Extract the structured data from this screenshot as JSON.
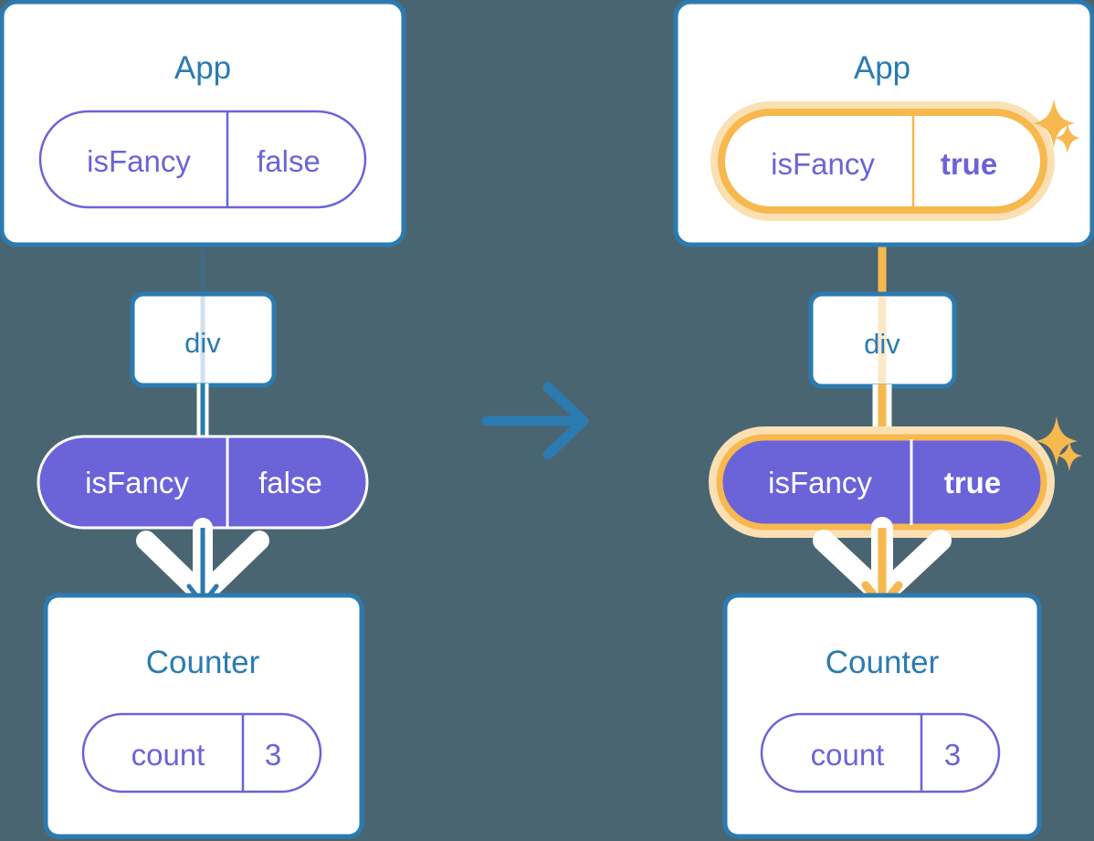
{
  "diagram": {
    "title": "State update propagation from App to Counter",
    "background_color": "#4a6572",
    "accent_blue": "#2b7bb0",
    "accent_purple": "#6b63d8",
    "accent_orange": "#f7b84e",
    "accent_orange_glow": "#fbe0b4",
    "white": "#ffffff"
  },
  "left": {
    "app": {
      "title": "App",
      "pill": {
        "key": "isFancy",
        "value": "false",
        "style": "outline",
        "highlighted": false
      }
    },
    "div": {
      "label": "div"
    },
    "prop_pill": {
      "key": "isFancy",
      "value": "false",
      "style": "filled",
      "highlighted": false
    },
    "counter": {
      "title": "Counter",
      "pill": {
        "key": "count",
        "value": "3",
        "style": "outline",
        "highlighted": false
      }
    },
    "sparkles": false
  },
  "transition": {
    "icon": "arrow-right-icon",
    "direction": "right"
  },
  "right": {
    "app": {
      "title": "App",
      "pill": {
        "key": "isFancy",
        "value": "true",
        "style": "outline",
        "highlighted": true
      }
    },
    "div": {
      "label": "div"
    },
    "prop_pill": {
      "key": "isFancy",
      "value": "true",
      "style": "filled",
      "highlighted": true
    },
    "counter": {
      "title": "Counter",
      "pill": {
        "key": "count",
        "value": "3",
        "style": "outline",
        "highlighted": false
      }
    },
    "sparkles": true
  }
}
